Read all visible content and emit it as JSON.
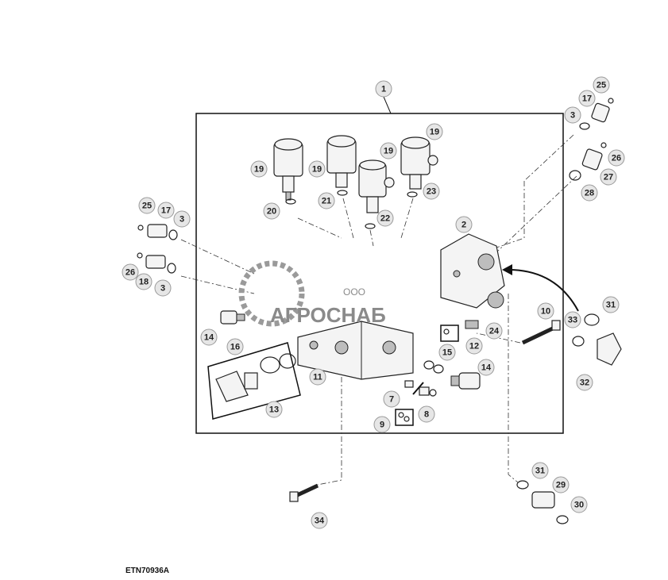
{
  "figure_id": "ETN70936A",
  "watermark": {
    "small": "ООО",
    "large": "АГРОСНАБ"
  },
  "callouts": [
    {
      "id": "c1",
      "label": "1"
    },
    {
      "id": "c2",
      "label": "2"
    },
    {
      "id": "c3a",
      "label": "3"
    },
    {
      "id": "c3b",
      "label": "3"
    },
    {
      "id": "c3c",
      "label": "3"
    },
    {
      "id": "c7",
      "label": "7"
    },
    {
      "id": "c8",
      "label": "8"
    },
    {
      "id": "c9",
      "label": "9"
    },
    {
      "id": "c10",
      "label": "10"
    },
    {
      "id": "c11",
      "label": "11"
    },
    {
      "id": "c12",
      "label": "12"
    },
    {
      "id": "c13",
      "label": "13"
    },
    {
      "id": "c14a",
      "label": "14"
    },
    {
      "id": "c14b",
      "label": "14"
    },
    {
      "id": "c15",
      "label": "15"
    },
    {
      "id": "c16",
      "label": "16"
    },
    {
      "id": "c17a",
      "label": "17"
    },
    {
      "id": "c17b",
      "label": "17"
    },
    {
      "id": "c18",
      "label": "18"
    },
    {
      "id": "c19a",
      "label": "19"
    },
    {
      "id": "c19b",
      "label": "19"
    },
    {
      "id": "c19c",
      "label": "19"
    },
    {
      "id": "c19d",
      "label": "19"
    },
    {
      "id": "c20",
      "label": "20"
    },
    {
      "id": "c21",
      "label": "21"
    },
    {
      "id": "c22",
      "label": "22"
    },
    {
      "id": "c23",
      "label": "23"
    },
    {
      "id": "c24",
      "label": "24"
    },
    {
      "id": "c25a",
      "label": "25"
    },
    {
      "id": "c25b",
      "label": "25"
    },
    {
      "id": "c26a",
      "label": "26"
    },
    {
      "id": "c26b",
      "label": "26"
    },
    {
      "id": "c27",
      "label": "27"
    },
    {
      "id": "c28",
      "label": "28"
    },
    {
      "id": "c29",
      "label": "29"
    },
    {
      "id": "c30",
      "label": "30"
    },
    {
      "id": "c31a",
      "label": "31"
    },
    {
      "id": "c31b",
      "label": "31"
    },
    {
      "id": "c32",
      "label": "32"
    },
    {
      "id": "c33",
      "label": "33"
    },
    {
      "id": "c34",
      "label": "34"
    }
  ]
}
